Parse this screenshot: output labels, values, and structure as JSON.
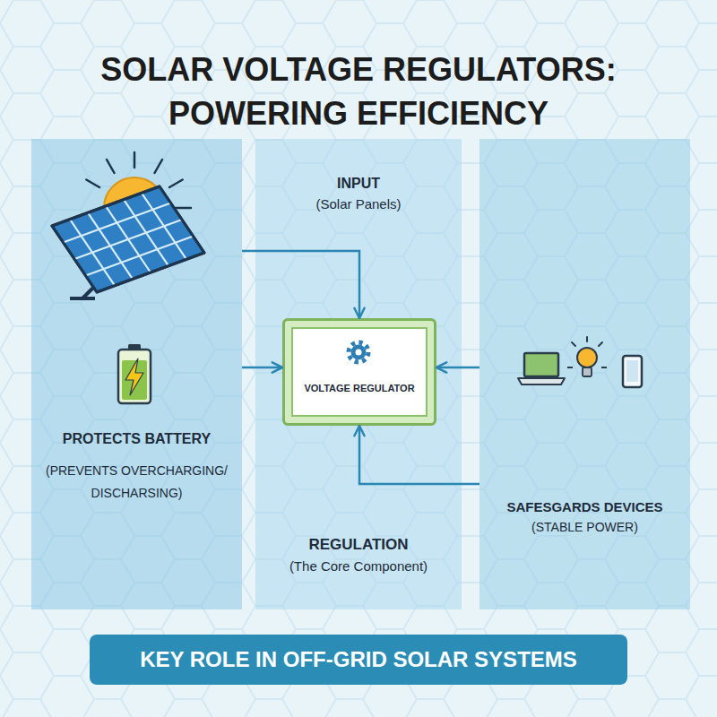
{
  "diagram": {
    "title": "SOLAR VOLTAGE REGULATORS: POWERING EFFICIENCY",
    "nodes": [
      {
        "text": [
          "PROTECTS BATTERY",
          "(PREVENTS OVERCHARGING/ DISCHARSING)"
        ]
      },
      {
        "text": [
          "INPUT",
          "(Solar Panels)",
          "REGULATION",
          "(The Core Component)"
        ]
      },
      {
        "text": [
          "VOLTAGE REGULATOR"
        ],
        "in": 1
      },
      {
        "text": [
          "SAFESGARDS DEVICES",
          "(STABLE POWER)"
        ]
      },
      {
        "text": [
          "KEY ROLE IN OFF-GRID SOLAR SYSTEMS"
        ]
      }
    ],
    "edges": [
      {
        "from": 0,
        "to": 2,
        "arrow": "to"
      },
      {
        "from": 0,
        "to": 2,
        "arrow": "to"
      },
      {
        "from": 3,
        "to": 2,
        "arrow": "to"
      },
      {
        "from": 3,
        "to": 2,
        "arrow": "to"
      }
    ]
  }
}
